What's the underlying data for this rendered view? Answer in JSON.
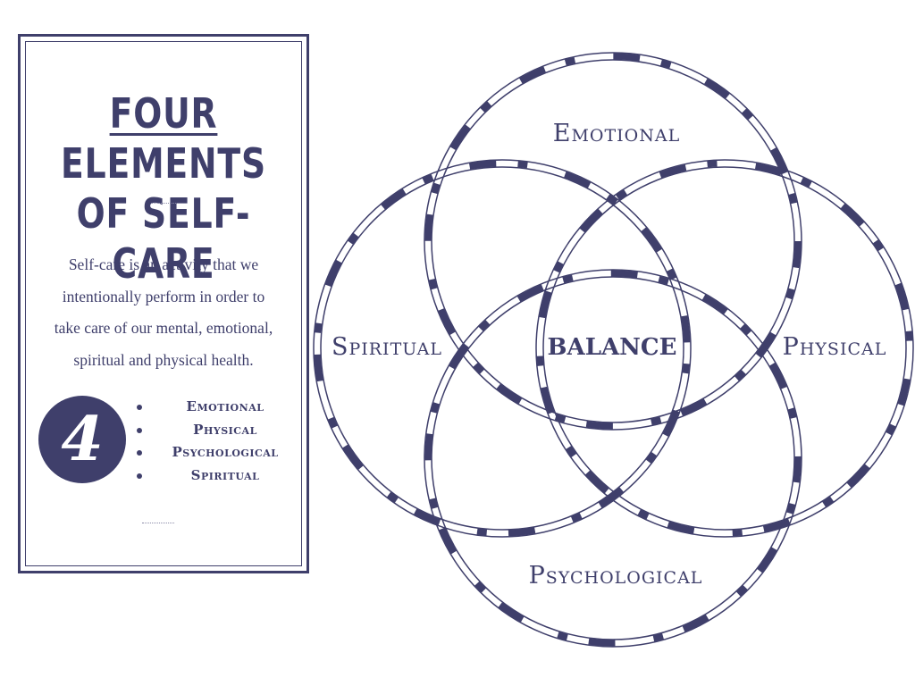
{
  "panel": {
    "title_underlined": "FOUR",
    "title_rest": "ELEMENTS",
    "title_line2": "OF SELF-CARE",
    "description_lines": [
      "Self-care is an activity that we",
      "intentionally perform in order to",
      "take care of our mental, emotional,",
      "spiritual and physical health."
    ],
    "badge_number": "4",
    "elements": [
      "Emotional",
      "Physical",
      "Psychological",
      "Spiritual"
    ]
  },
  "diagram": {
    "top_label": "Emotional",
    "left_label": "Spiritual",
    "right_label": "Physical",
    "bottom_label": "Psychological",
    "center_label": "BALANCE"
  },
  "colors": {
    "primary": "#3f3f6b",
    "background": "#ffffff"
  }
}
